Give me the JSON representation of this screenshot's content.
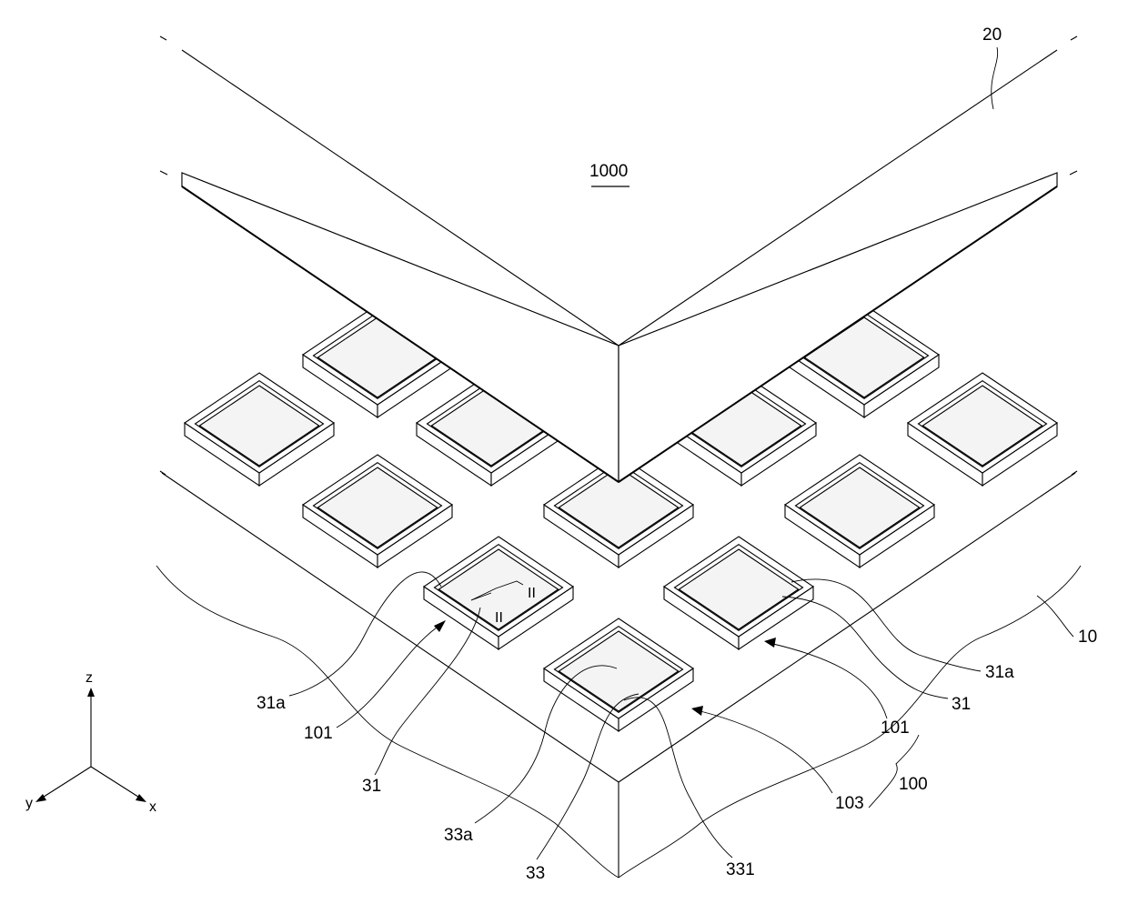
{
  "figure": {
    "labels": {
      "device": "1000",
      "upper_substrate": "20",
      "lower_substrate": "10",
      "pad_group": "100",
      "pad_left": "101",
      "pad_right": "101",
      "pad_front": "103",
      "pad_edge_left": "31a",
      "pad_edge_right": "31a",
      "pad_layer_left": "31",
      "pad_layer_right": "31",
      "bump": "33",
      "bump_edge": "33a",
      "bump_top": "331",
      "section_a": "II",
      "section_b": "II"
    },
    "axes": {
      "z": "z",
      "x": "x",
      "y": "y"
    }
  }
}
